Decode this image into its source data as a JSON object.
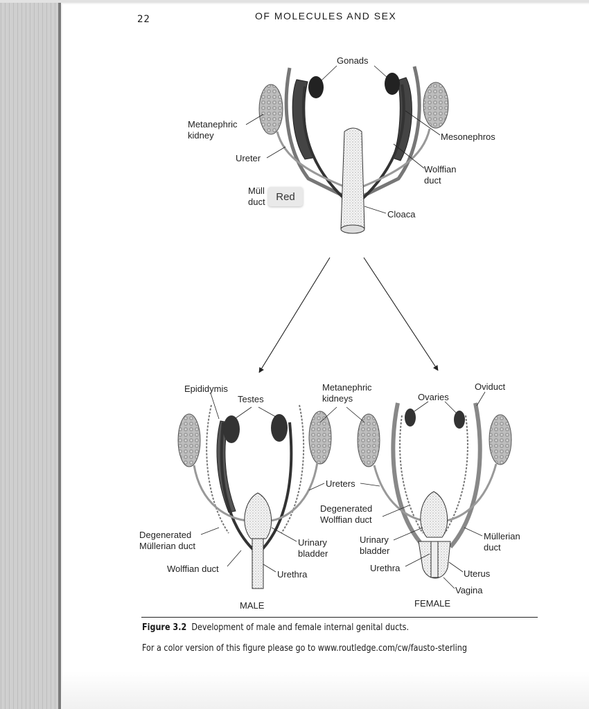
{
  "header": {
    "page_number": "22",
    "running_head": "OF MOLECULES AND SEX"
  },
  "top_diagram": {
    "labels": {
      "gonads": "Gonads",
      "metanephric_kidney": "Metanephric\nkidney",
      "mesonephros": "Mesonephros",
      "ureter": "Ureter",
      "wolffian_duct": "Wolffian\nduct",
      "mullerian_duct": "Müll\nduct",
      "cloaca": "Cloaca"
    }
  },
  "tooltip": {
    "text": "Red"
  },
  "male_diagram": {
    "labels": {
      "epididymis": "Epididymis",
      "testes": "Testes",
      "degenerated_mullerian": "Degenerated\nMüllerian duct",
      "wolffian_duct": "Wolffian duct",
      "urinary_bladder": "Urinary\nbladder",
      "urethra": "Urethra",
      "caption": "MALE"
    }
  },
  "shared_labels": {
    "metanephric_kidneys": "Metanephric\nkidneys",
    "ureters": "Ureters",
    "degenerated_wolffian": "Degenerated\nWolffian duct"
  },
  "female_diagram": {
    "labels": {
      "ovaries": "Ovaries",
      "oviduct": "Oviduct",
      "mullerian_duct": "Müllerian\nduct",
      "urinary_bladder": "Urinary\nbladder",
      "urethra": "Urethra",
      "uterus": "Uterus",
      "vagina": "Vagina",
      "caption": "FEMALE"
    }
  },
  "figure": {
    "number": "Figure 3.2",
    "title": "Development of male and female internal genital ducts.",
    "note": "For a color version of this figure please go to www.routledge.com/cw/fausto-sterling"
  }
}
